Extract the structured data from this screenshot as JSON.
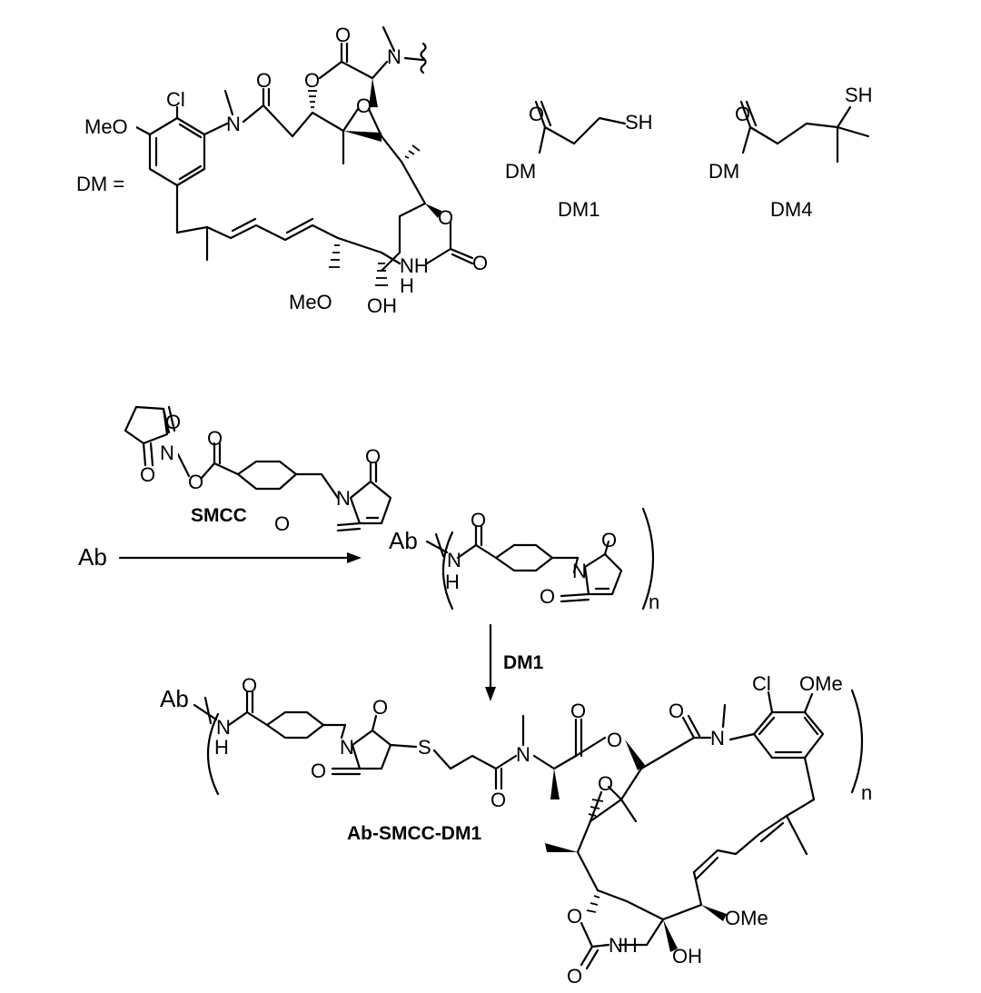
{
  "dm_definition": {
    "prefix": "DM =",
    "atoms": {
      "meo_aryl": "MeO",
      "cl": "Cl",
      "n_amide": "N",
      "o_amide": "O",
      "o_ester": "O",
      "o_ester_carbonyl": "O",
      "n_methyl": "N",
      "o_epoxide": "O",
      "o_carbamate_ring": "O",
      "o_carbamate": "O",
      "nh": "NH",
      "meo_lower": "MeO",
      "oh": "OH"
    }
  },
  "dm1_fragment": {
    "label": "DM1",
    "atoms": {
      "o": "O",
      "dm": "DM",
      "sh": "SH"
    }
  },
  "dm4_fragment": {
    "label": "DM4",
    "atoms": {
      "o": "O",
      "dm": "DM",
      "sh": "SH"
    }
  },
  "smcc": {
    "label": "SMCC",
    "atoms": {
      "o_top": "O",
      "n": "N",
      "o_link": "O",
      "o_bottom": "O",
      "o_ester": "O",
      "n_mal": "N",
      "o_mal_top": "O",
      "o_mal_bottom": "O"
    }
  },
  "step1": {
    "reactant": "Ab",
    "product": {
      "ab": "Ab",
      "nh_n": "N",
      "nh_h": "H",
      "o_amide": "O",
      "n_mal": "N",
      "o_mal_top": "O",
      "o_mal_bottom": "O",
      "subscript": "n"
    }
  },
  "step2": {
    "reagent": "DM1",
    "product_label": "Ab-SMCC-DM1",
    "atoms": {
      "ab": "Ab",
      "nh_n": "N",
      "nh_h": "H",
      "o_amide": "O",
      "n_succ": "N",
      "o_succ_top": "O",
      "o_succ_bottom": "O",
      "s": "S",
      "o_dm_amide": "O",
      "n_methyl": "N",
      "o_ester_carbonyl": "O",
      "o_ester": "O",
      "o_amide2": "O",
      "n_amide2": "N",
      "cl": "Cl",
      "ome_top": "OMe",
      "o_epoxide": "O",
      "o_carbamate_ring": "O",
      "o_carbamate": "O",
      "nh": "NH",
      "ome_lower": "OMe",
      "oh": "OH",
      "subscript": "n"
    }
  }
}
